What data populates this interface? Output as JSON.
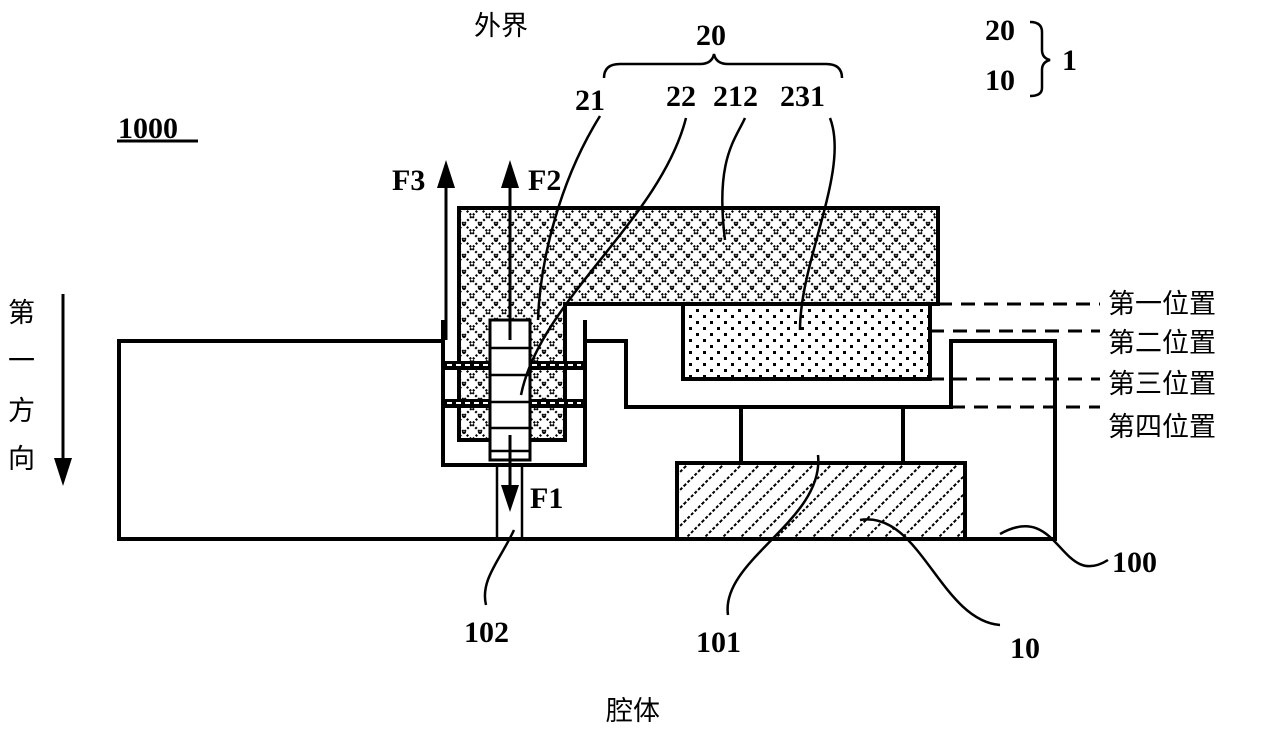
{
  "figure": {
    "reference_number": "1000",
    "region_labels": {
      "outside": "外界",
      "cavity": "腔体"
    },
    "direction_label": [
      "第",
      "一",
      "方",
      "向"
    ],
    "assembly_group": {
      "label": "20",
      "members": [
        "21",
        "22",
        "212",
        "231"
      ]
    },
    "legend_group": {
      "items": [
        "20",
        "10"
      ],
      "result": "1"
    },
    "forces": {
      "f1": "F1",
      "f2": "F2",
      "f3": "F3"
    },
    "positions": [
      "第一位置",
      "第二位置",
      "第三位置",
      "第四位置"
    ],
    "part_labels": {
      "chip": "10",
      "body": "100",
      "pillar": "101",
      "channel": "102"
    },
    "colors": {
      "ink": "#000000",
      "background": "#ffffff"
    }
  }
}
